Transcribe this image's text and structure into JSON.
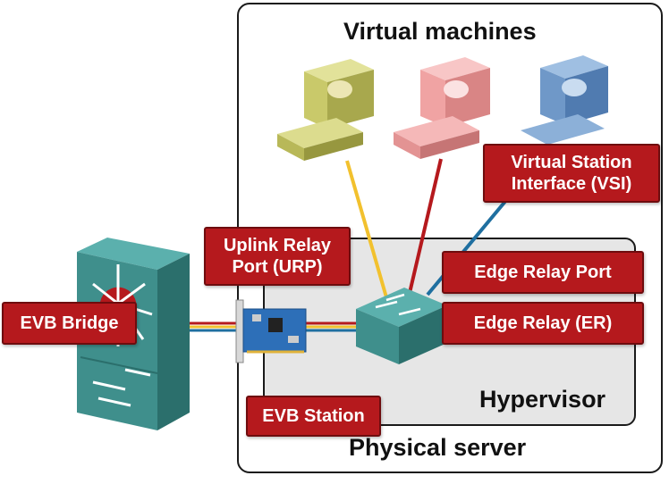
{
  "labels": {
    "virtual_machines": "Virtual machines",
    "hypervisor": "Hypervisor",
    "physical_server": "Physical server",
    "uplink_relay_port": "Uplink Relay\nPort (URP)",
    "evb_bridge": "EVB Bridge",
    "vsi": "Virtual Station\nInterface (VSI)",
    "edge_relay_port": "Edge Relay Port",
    "edge_relay": "Edge Relay (ER)",
    "evb_station": "EVB Station"
  },
  "colors": {
    "tag_red": "#b5191d",
    "vm_yellow": "#c9c96a",
    "vm_pink": "#f0a3a3",
    "vm_blue": "#6f98c8",
    "switch_teal": "#3f8f8c",
    "nic_blue": "#2d6fb8",
    "link_yellow": "#f2c12e",
    "link_red": "#b5191d",
    "link_blue": "#1f6fa0"
  },
  "icons": [
    "evb-bridge-switch-icon",
    "network-card-icon",
    "edge-relay-switch-icon",
    "vm-computer-icon"
  ]
}
